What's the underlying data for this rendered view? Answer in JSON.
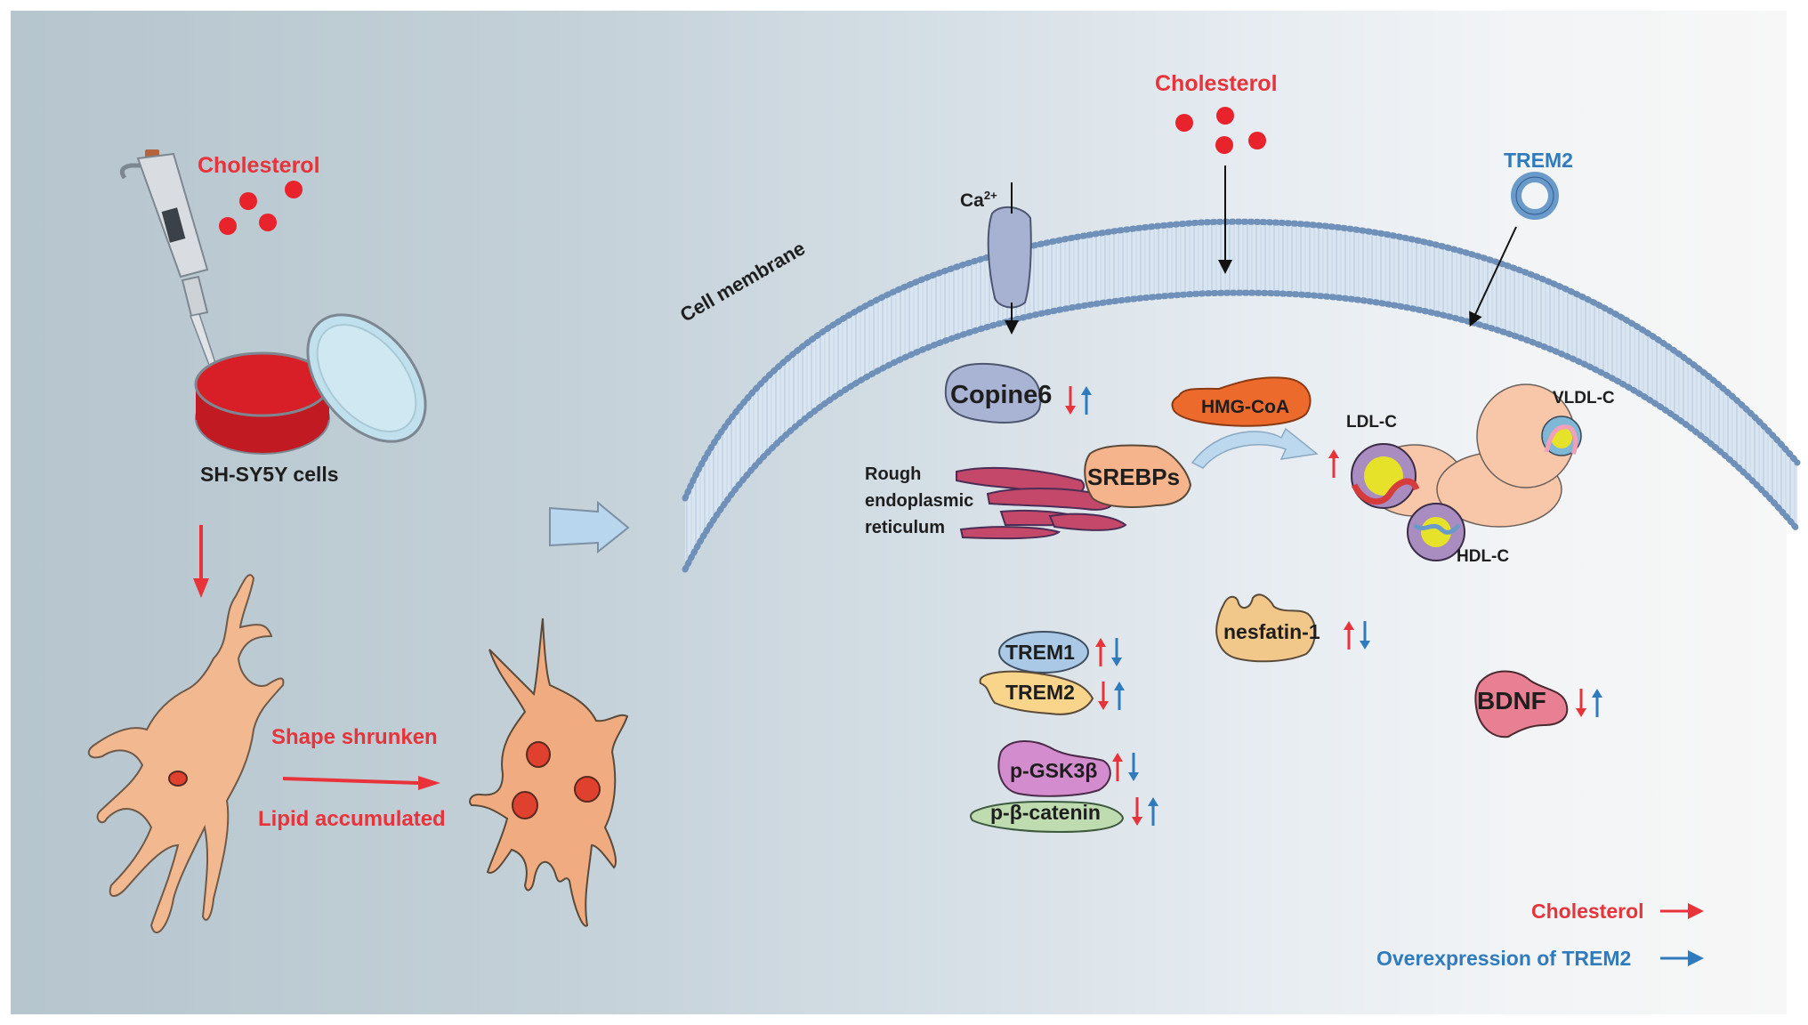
{
  "left_panel": {
    "cholesterol_label": "Cholesterol",
    "cells_label": "SH-SY5Y cells",
    "change_labels": [
      "Shape shrunken",
      "Lipid accumulated"
    ]
  },
  "membrane": {
    "label": "Cell membrane",
    "ion": "Ca",
    "ion_charge": "2+",
    "cholesterol_label": "Cholesterol",
    "trem2_label": "TREM2"
  },
  "molecules": {
    "copine6": {
      "label": "Copine6",
      "cholesterol": "down",
      "trem2": "up"
    },
    "hmgcoa": {
      "label": "HMG-CoA"
    },
    "srebps": {
      "label": "SREBPs"
    },
    "er_label": [
      "Rough",
      "endoplasmic",
      "reticulum"
    ],
    "lipoproteins": {
      "ldl": "LDL-C",
      "vldl": "VLDL-C",
      "hdl": "HDL-C",
      "cholesterol": "up"
    },
    "trem1": {
      "label": "TREM1",
      "cholesterol": "up",
      "trem2": "down"
    },
    "trem2": {
      "label": "TREM2",
      "cholesterol": "down",
      "trem2": "up"
    },
    "nesfatin": {
      "label": "nesfatin-1",
      "cholesterol": "up",
      "trem2": "down"
    },
    "pgsk3b": {
      "label": "p-GSK3β",
      "cholesterol": "up",
      "trem2": "down"
    },
    "pbcatenin": {
      "label": "p-β-catenin",
      "cholesterol": "down",
      "trem2": "up"
    },
    "bdnf": {
      "label": "BDNF",
      "cholesterol": "down",
      "trem2": "up"
    }
  },
  "legend": {
    "items": [
      {
        "label": "Cholesterol",
        "color": "#e8333b"
      },
      {
        "label": "Overexpression of TREM2",
        "color": "#2f7bbd"
      }
    ]
  },
  "colors": {
    "cholesterol": "#e8333b",
    "trem2": "#2f7bbd"
  }
}
